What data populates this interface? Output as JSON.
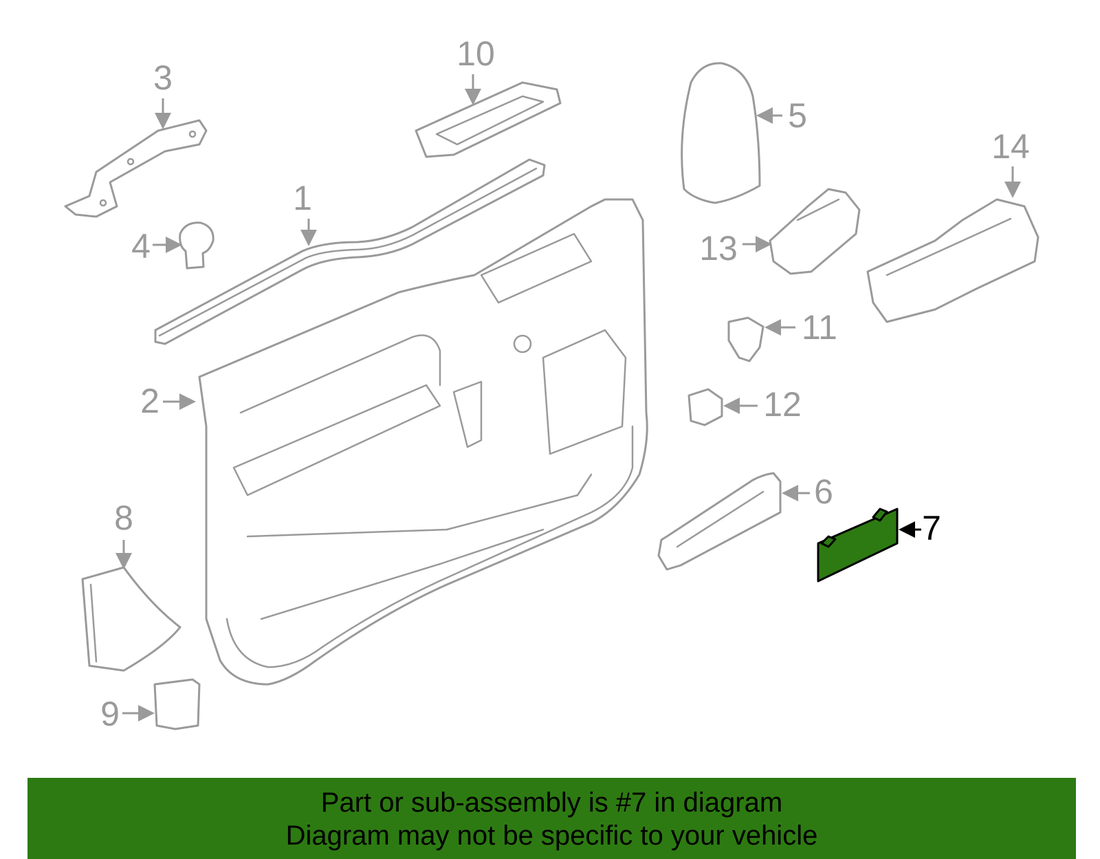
{
  "colors": {
    "line": "#9a9a9a",
    "highlight": "#2d7a12",
    "banner": "#2d7a12"
  },
  "callouts": [
    "1",
    "2",
    "3",
    "4",
    "5",
    "6",
    "7",
    "8",
    "9",
    "10",
    "11",
    "12",
    "13",
    "14"
  ],
  "highlighted_callout": "7",
  "banner": {
    "line1": "Part or sub-assembly is #7 in diagram",
    "line2": "Diagram may not be specific to your vehicle"
  }
}
